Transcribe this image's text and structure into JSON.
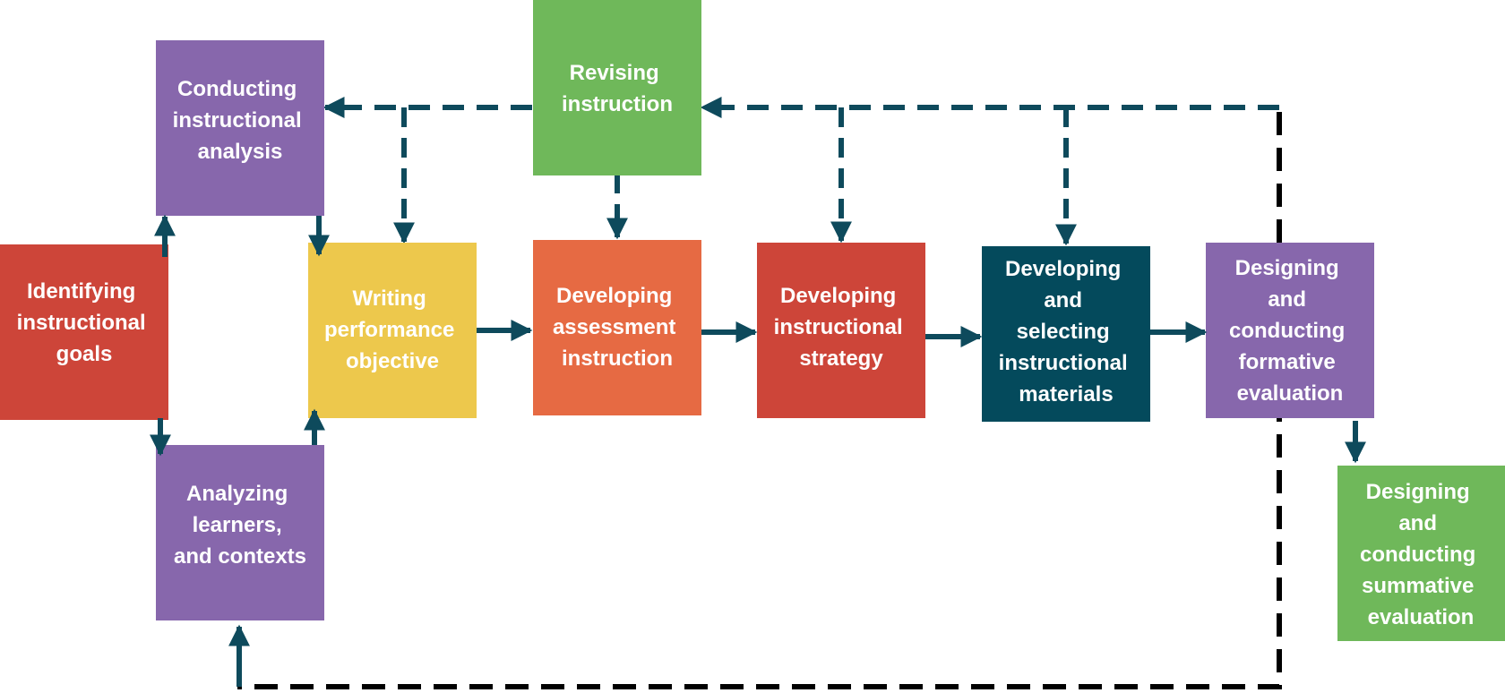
{
  "colors": {
    "arrow": "#0E4A5C",
    "feedback_dashed": "#000000"
  },
  "boxes": {
    "goals": {
      "lines": [
        "Identifying",
        "instructional",
        "goals"
      ],
      "color": "#CD4539"
    },
    "analysis": {
      "lines": [
        "Conducting",
        "instructional",
        "analysis"
      ],
      "color": "#8767AC"
    },
    "learners": {
      "lines": [
        "Analyzing",
        "learners,",
        "and contexts"
      ],
      "color": "#8767AC"
    },
    "objective": {
      "lines": [
        "Writing",
        "performance",
        "objective"
      ],
      "color": "#EDC84C"
    },
    "revising": {
      "lines": [
        "Revising",
        "instruction"
      ],
      "color": "#6FB85A"
    },
    "assessment": {
      "lines": [
        "Developing",
        "assessment",
        "instruction"
      ],
      "color": "#E66A43"
    },
    "strategy": {
      "lines": [
        "Developing",
        "instructional",
        "strategy"
      ],
      "color": "#CD4539"
    },
    "materials": {
      "lines": [
        "Developing",
        "and",
        "selecting",
        "instructional",
        "materials"
      ],
      "color": "#044A5C"
    },
    "formative": {
      "lines": [
        "Designing",
        "and",
        "conducting",
        "formative",
        "evaluation"
      ],
      "color": "#8767AC"
    },
    "summative": {
      "lines": [
        "Designing",
        "and",
        "conducting",
        "summative",
        "evaluation"
      ],
      "color": "#6FB85A"
    }
  }
}
